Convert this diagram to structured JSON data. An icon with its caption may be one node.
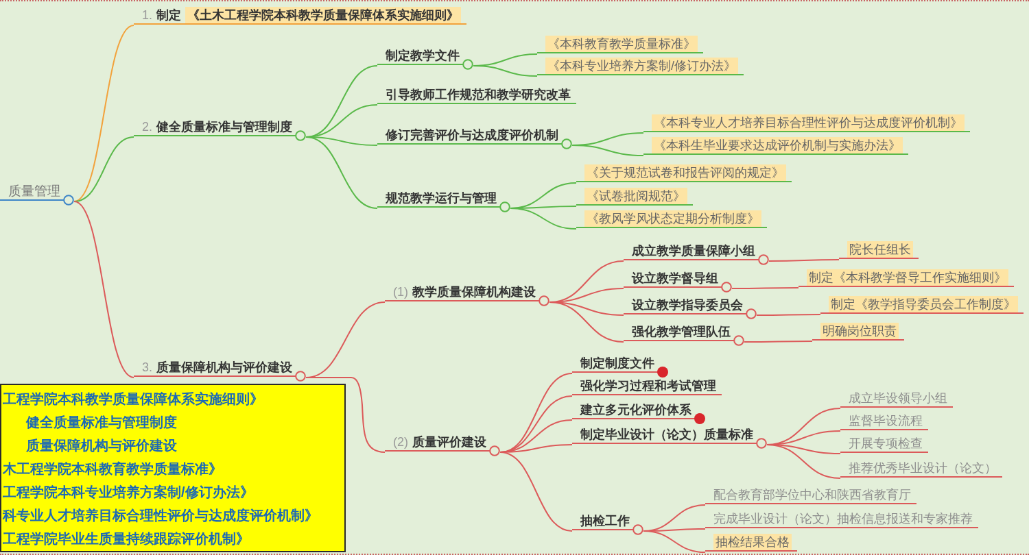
{
  "diagram": {
    "nodes": [
      {
        "text": [
          "质量管理"
        ]
      },
      {
        "text": [
          "1.",
          "制定",
          "《土木工程学院本科教学质量保障体系实施细则》"
        ]
      },
      {
        "text": [
          "2.",
          "健全质量标准与管理制度"
        ]
      },
      {
        "text": [
          "3.",
          "质量保障机构与评价建设"
        ]
      },
      {
        "text": [
          "制定教学文件"
        ]
      },
      {
        "text": [
          "引导教师工作规范和教学研究改革"
        ]
      },
      {
        "text": [
          "修订完善评价与达成度评价机制"
        ]
      },
      {
        "text": [
          "规范教学运行与管理"
        ]
      },
      {
        "text": [
          "《本科教育教学质量标准》"
        ]
      },
      {
        "text": [
          "《本科专业培养方案制/修订办法》"
        ]
      },
      {
        "text": [
          "《本科专业人才培养目标合理性评价与达成度评价机制》"
        ]
      },
      {
        "text": [
          "《本科生毕业要求达成评价机制与实施办法》"
        ]
      },
      {
        "text": [
          "《关于规范试卷和报告评阅的规定》"
        ]
      },
      {
        "text": [
          "《试卷批阅规范》"
        ]
      },
      {
        "text": [
          "《教风学风状态定期分析制度》"
        ]
      },
      {
        "text": [
          "(1)",
          "教学质量保障机构建设"
        ]
      },
      {
        "text": [
          "(2)",
          "质量评价建设"
        ]
      },
      {
        "text": [
          "成立教学质量保障小组"
        ]
      },
      {
        "text": [
          "设立教学督导组"
        ]
      },
      {
        "text": [
          "设立教学指导委员会"
        ]
      },
      {
        "text": [
          "强化教学管理队伍"
        ]
      },
      {
        "text": [
          "院长任组长"
        ]
      },
      {
        "text": [
          "制定《本科教学督导工作实施细则》"
        ]
      },
      {
        "text": [
          "制定《教学指导委员会工作制度》"
        ]
      },
      {
        "text": [
          "明确岗位职责"
        ]
      },
      {
        "text": [
          "制定制度文件"
        ]
      },
      {
        "text": [
          "强化学习过程和考试管理"
        ]
      },
      {
        "text": [
          "建立多元化评价体系"
        ]
      },
      {
        "text": [
          "制定毕业设计（论文）质量标准"
        ]
      },
      {
        "text": [
          "抽检工作"
        ]
      },
      {
        "text": [
          "成立毕设领导小组"
        ]
      },
      {
        "text": [
          "监督毕设流程"
        ]
      },
      {
        "text": [
          "开展专项检查"
        ]
      },
      {
        "text": [
          "推荐优秀毕业设计（论文）"
        ]
      },
      {
        "text": [
          "配合教育部学位中心和陕西省教育厅"
        ]
      },
      {
        "text": [
          "完成毕业设计（论文）抽检信息报送和专家推荐"
        ]
      },
      {
        "text": [
          "抽检结果合格"
        ]
      },
      {
        "text": [
          "工程学院本科教学质量保障体系实施细则》",
          "健全质量标准与管理制度",
          "质量保障机构与评价建设",
          "木工程学院本科教育教学质量标准》",
          "工程学院本科专业培养方案制/修订办法》",
          "科专业人才培养目标合理性评价与达成度评价机制》",
          "工程学院毕业生质量持续跟踪评价机制》"
        ]
      }
    ],
    "edges": [
      {
        "from": 0,
        "to": 1,
        "arrow": "none",
        "color": "#f2a23c"
      },
      {
        "from": 0,
        "to": 2,
        "arrow": "none",
        "color": "#5ab94a"
      },
      {
        "from": 0,
        "to": 3,
        "arrow": "none"
      },
      {
        "from": 2,
        "to": 4,
        "arrow": "none",
        "color": "#5ab94a"
      },
      {
        "from": 2,
        "to": 5,
        "arrow": "none",
        "color": "#5ab94a"
      },
      {
        "from": 2,
        "to": 6,
        "arrow": "none",
        "color": "#5ab94a"
      },
      {
        "from": 2,
        "to": 7,
        "arrow": "none",
        "color": "#5ab94a"
      },
      {
        "from": 4,
        "to": 8,
        "arrow": "none",
        "color": "#5ab94a"
      },
      {
        "from": 4,
        "to": 9,
        "arrow": "none",
        "color": "#5ab94a"
      },
      {
        "from": 6,
        "to": 10,
        "arrow": "none",
        "color": "#5ab94a"
      },
      {
        "from": 6,
        "to": 11,
        "arrow": "none",
        "color": "#5ab94a"
      },
      {
        "from": 7,
        "to": 12,
        "arrow": "none",
        "color": "#5ab94a"
      },
      {
        "from": 7,
        "to": 13,
        "arrow": "none",
        "color": "#5ab94a"
      },
      {
        "from": 7,
        "to": 14,
        "arrow": "none",
        "color": "#5ab94a"
      },
      {
        "from": 3,
        "to": 15,
        "arrow": "none"
      },
      {
        "from": 3,
        "to": 16,
        "arrow": "none"
      },
      {
        "from": 15,
        "to": 17,
        "arrow": "none"
      },
      {
        "from": 15,
        "to": 18,
        "arrow": "none"
      },
      {
        "from": 15,
        "to": 19,
        "arrow": "none"
      },
      {
        "from": 15,
        "to": 20,
        "arrow": "none"
      },
      {
        "from": 17,
        "to": 21,
        "arrow": "none"
      },
      {
        "from": 18,
        "to": 22,
        "arrow": "none"
      },
      {
        "from": 19,
        "to": 23,
        "arrow": "none"
      },
      {
        "from": 20,
        "to": 24,
        "arrow": "none"
      },
      {
        "from": 16,
        "to": 25,
        "arrow": "none"
      },
      {
        "from": 16,
        "to": 26,
        "arrow": "none"
      },
      {
        "from": 16,
        "to": 27,
        "arrow": "none"
      },
      {
        "from": 16,
        "to": 28,
        "arrow": "none"
      },
      {
        "from": 16,
        "to": 29,
        "arrow": "none"
      },
      {
        "from": 28,
        "to": 30,
        "arrow": "none"
      },
      {
        "from": 28,
        "to": 31,
        "arrow": "none"
      },
      {
        "from": 28,
        "to": 32,
        "arrow": "none"
      },
      {
        "from": 28,
        "to": 33,
        "arrow": "none"
      },
      {
        "from": 29,
        "to": 34,
        "arrow": "none"
      },
      {
        "from": 29,
        "to": 35,
        "arrow": "none"
      },
      {
        "from": 29,
        "to": 36,
        "arrow": "none"
      }
    ]
  }
}
